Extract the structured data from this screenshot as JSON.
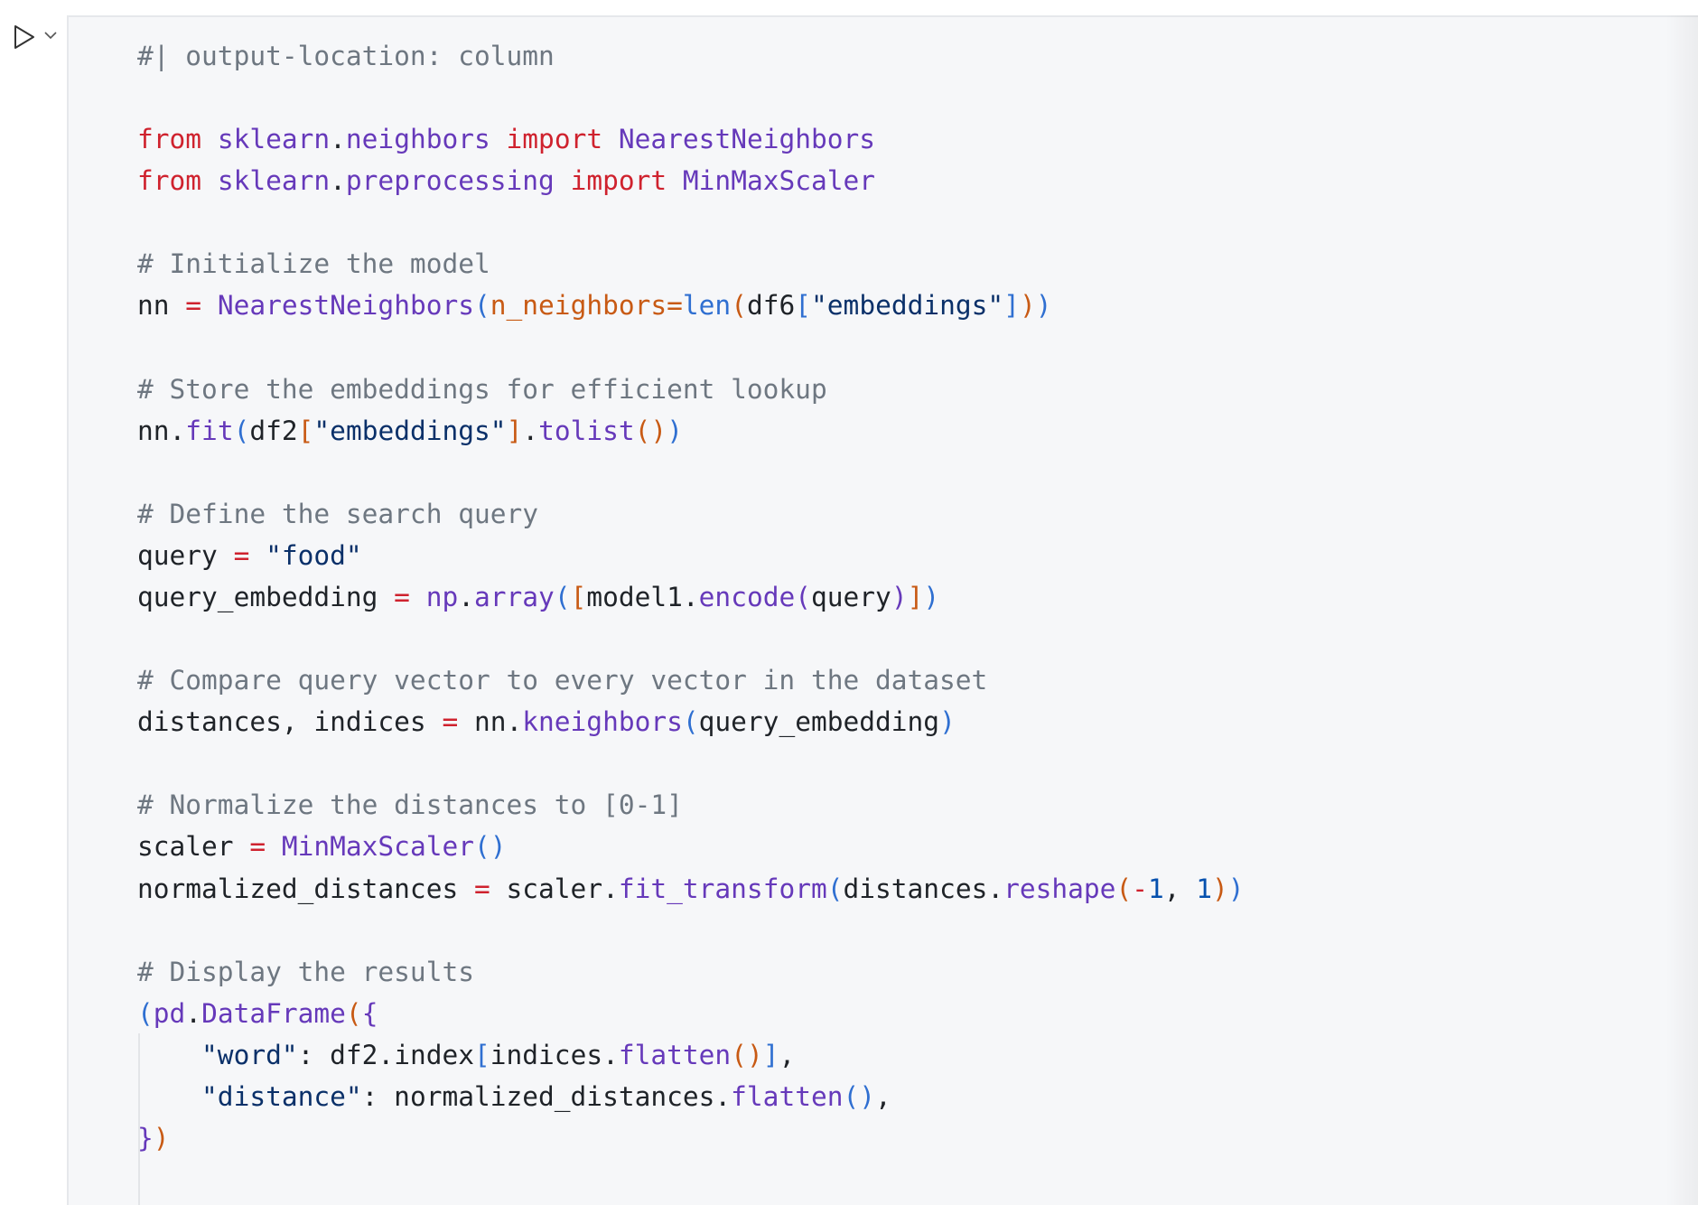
{
  "cell": {
    "run_button": "run-icon",
    "menu_button": "chevron-down-icon",
    "colors": {
      "background": "#f6f7f9",
      "keyword": "#cf222e",
      "function": "#6639ba",
      "string": "#0a3069",
      "comment": "#6e7781"
    },
    "lines": [
      [
        [
          "c",
          "#| output-location: column"
        ]
      ],
      [],
      [
        [
          "k",
          "from"
        ],
        [
          "t",
          " "
        ],
        [
          "f",
          "sklearn"
        ],
        [
          "t",
          "."
        ],
        [
          "f",
          "neighbors"
        ],
        [
          "t",
          " "
        ],
        [
          "k",
          "import"
        ],
        [
          "t",
          " "
        ],
        [
          "f",
          "NearestNeighbors"
        ]
      ],
      [
        [
          "k",
          "from"
        ],
        [
          "t",
          " "
        ],
        [
          "f",
          "sklearn"
        ],
        [
          "t",
          "."
        ],
        [
          "f",
          "preprocessing"
        ],
        [
          "t",
          " "
        ],
        [
          "k",
          "import"
        ],
        [
          "t",
          " "
        ],
        [
          "f",
          "MinMaxScaler"
        ]
      ],
      [],
      [
        [
          "c",
          "# Initialize the model"
        ]
      ],
      [
        [
          "t",
          "nn "
        ],
        [
          "o",
          "="
        ],
        [
          "t",
          " "
        ],
        [
          "f",
          "NearestNeighbors"
        ],
        [
          "b2",
          "("
        ],
        [
          "p",
          "n_neighbors="
        ],
        [
          "b2",
          "len"
        ],
        [
          "b1",
          "("
        ],
        [
          "t",
          "df6"
        ],
        [
          "b2",
          "["
        ],
        [
          "s",
          "\"embeddings\""
        ],
        [
          "b2",
          "]"
        ],
        [
          "b1",
          ")"
        ],
        [
          "b2",
          ")"
        ]
      ],
      [],
      [
        [
          "c",
          "# Store the embeddings for efficient lookup"
        ]
      ],
      [
        [
          "t",
          "nn."
        ],
        [
          "f",
          "fit"
        ],
        [
          "b2",
          "("
        ],
        [
          "t",
          "df2"
        ],
        [
          "b1",
          "["
        ],
        [
          "s",
          "\"embeddings\""
        ],
        [
          "b1",
          "]"
        ],
        [
          "t",
          "."
        ],
        [
          "f",
          "tolist"
        ],
        [
          "b1",
          "()"
        ],
        [
          "b2",
          ")"
        ]
      ],
      [],
      [
        [
          "c",
          "# Define the search query"
        ]
      ],
      [
        [
          "t",
          "query "
        ],
        [
          "o",
          "="
        ],
        [
          "t",
          " "
        ],
        [
          "s",
          "\"food\""
        ]
      ],
      [
        [
          "t",
          "query_embedding "
        ],
        [
          "o",
          "="
        ],
        [
          "t",
          " "
        ],
        [
          "f",
          "np"
        ],
        [
          "t",
          "."
        ],
        [
          "f",
          "array"
        ],
        [
          "b2",
          "("
        ],
        [
          "b1",
          "["
        ],
        [
          "t",
          "model1."
        ],
        [
          "f",
          "encode"
        ],
        [
          "f",
          "("
        ],
        [
          "t",
          "query"
        ],
        [
          "f",
          ")"
        ],
        [
          "b1",
          "]"
        ],
        [
          "b2",
          ")"
        ]
      ],
      [],
      [
        [
          "c",
          "# Compare query vector to every vector in the dataset"
        ]
      ],
      [
        [
          "t",
          "distances, indices "
        ],
        [
          "o",
          "="
        ],
        [
          "t",
          " nn."
        ],
        [
          "f",
          "kneighbors"
        ],
        [
          "b2",
          "("
        ],
        [
          "t",
          "query_embedding"
        ],
        [
          "b2",
          ")"
        ]
      ],
      [],
      [
        [
          "c",
          "# Normalize the distances to [0-1]"
        ]
      ],
      [
        [
          "t",
          "scaler "
        ],
        [
          "o",
          "="
        ],
        [
          "t",
          " "
        ],
        [
          "f",
          "MinMaxScaler"
        ],
        [
          "b2",
          "()"
        ]
      ],
      [
        [
          "t",
          "normalized_distances "
        ],
        [
          "o",
          "="
        ],
        [
          "t",
          " scaler."
        ],
        [
          "f",
          "fit_transform"
        ],
        [
          "b2",
          "("
        ],
        [
          "t",
          "distances."
        ],
        [
          "f",
          "reshape"
        ],
        [
          "b1",
          "("
        ],
        [
          "o",
          "-"
        ],
        [
          "n",
          "1"
        ],
        [
          "t",
          ", "
        ],
        [
          "n",
          "1"
        ],
        [
          "b1",
          ")"
        ],
        [
          "b2",
          ")"
        ]
      ],
      [],
      [
        [
          "c",
          "# Display the results"
        ]
      ],
      [
        [
          "b2",
          "("
        ],
        [
          "f",
          "pd"
        ],
        [
          "t",
          "."
        ],
        [
          "f",
          "DataFrame"
        ],
        [
          "b1",
          "("
        ],
        [
          "f",
          "{"
        ]
      ],
      [
        [
          "t",
          "    "
        ],
        [
          "s",
          "\"word\""
        ],
        [
          "t",
          ": df2.index"
        ],
        [
          "b2",
          "["
        ],
        [
          "t",
          "indices."
        ],
        [
          "f",
          "flatten"
        ],
        [
          "b1",
          "()"
        ],
        [
          "b2",
          "]"
        ],
        [
          "t",
          ","
        ]
      ],
      [
        [
          "t",
          "    "
        ],
        [
          "s",
          "\"distance\""
        ],
        [
          "t",
          ": normalized_distances."
        ],
        [
          "f",
          "flatten"
        ],
        [
          "b2",
          "()"
        ],
        [
          "t",
          ","
        ]
      ],
      [
        [
          "f",
          "}"
        ],
        [
          "b1",
          ")"
        ]
      ],
      []
    ]
  }
}
